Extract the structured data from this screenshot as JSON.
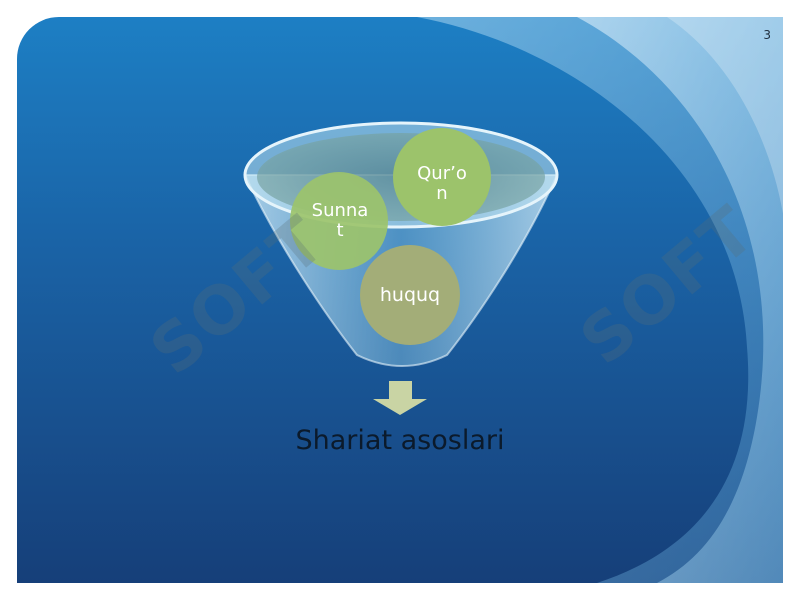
{
  "slide": {
    "page_number": "3"
  },
  "diagram": {
    "inputs": [
      {
        "label": "Sunna\nt"
      },
      {
        "label": "Qur’o\nn"
      },
      {
        "label": "huquq"
      }
    ],
    "result": "Shariat asoslari"
  },
  "watermark": {
    "text": "SOFT"
  },
  "colors": {
    "background_top": "#1d7fc4",
    "background_bottom": "#163f79",
    "circle_fill": "#9cc36b",
    "circle_fill_dim": "#a3ad78",
    "arrow_fill": "#c9d4a4",
    "funnel_fill": "#9fd3ea"
  }
}
